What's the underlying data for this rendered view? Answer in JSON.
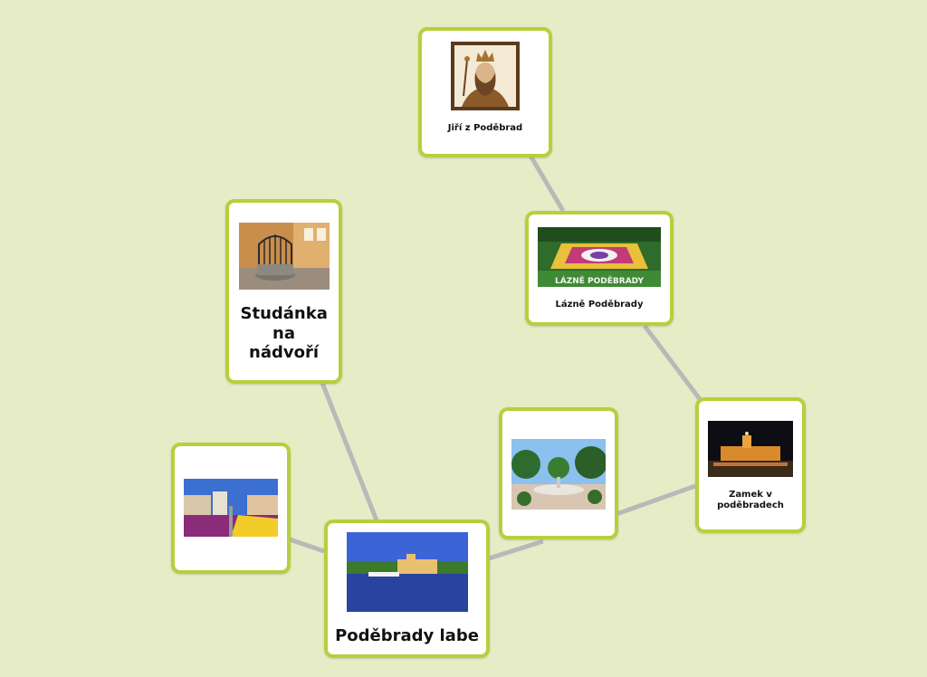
{
  "colors": {
    "background": "#e6ecc6",
    "node_border": "#b7cf3c",
    "link": "#b9b9b9"
  },
  "nodes": {
    "jiri": {
      "label": "Jiří z Poděbrad",
      "icon": "king-portrait-image"
    },
    "lazne": {
      "label": "Lázně Poděbrady",
      "icon": "flower-garden-image",
      "image_text": "LÁZNĚ PODĚBRADY"
    },
    "studanka": {
      "label": "Studánka na nádvoří",
      "icon": "courtyard-well-image"
    },
    "zamek": {
      "label": "Zamek v poděbradech",
      "icon": "castle-night-image"
    },
    "park": {
      "label": "",
      "icon": "park-fountain-image"
    },
    "namesti": {
      "label": "",
      "icon": "town-square-flowers-image"
    },
    "labe": {
      "label": "Poděbrady labe",
      "icon": "river-castle-image"
    }
  },
  "links": [
    [
      "jiri",
      "lazne"
    ],
    [
      "lazne",
      "zamek"
    ],
    [
      "zamek",
      "park"
    ],
    [
      "park",
      "labe"
    ],
    [
      "labe",
      "studanka"
    ],
    [
      "labe",
      "namesti"
    ]
  ]
}
